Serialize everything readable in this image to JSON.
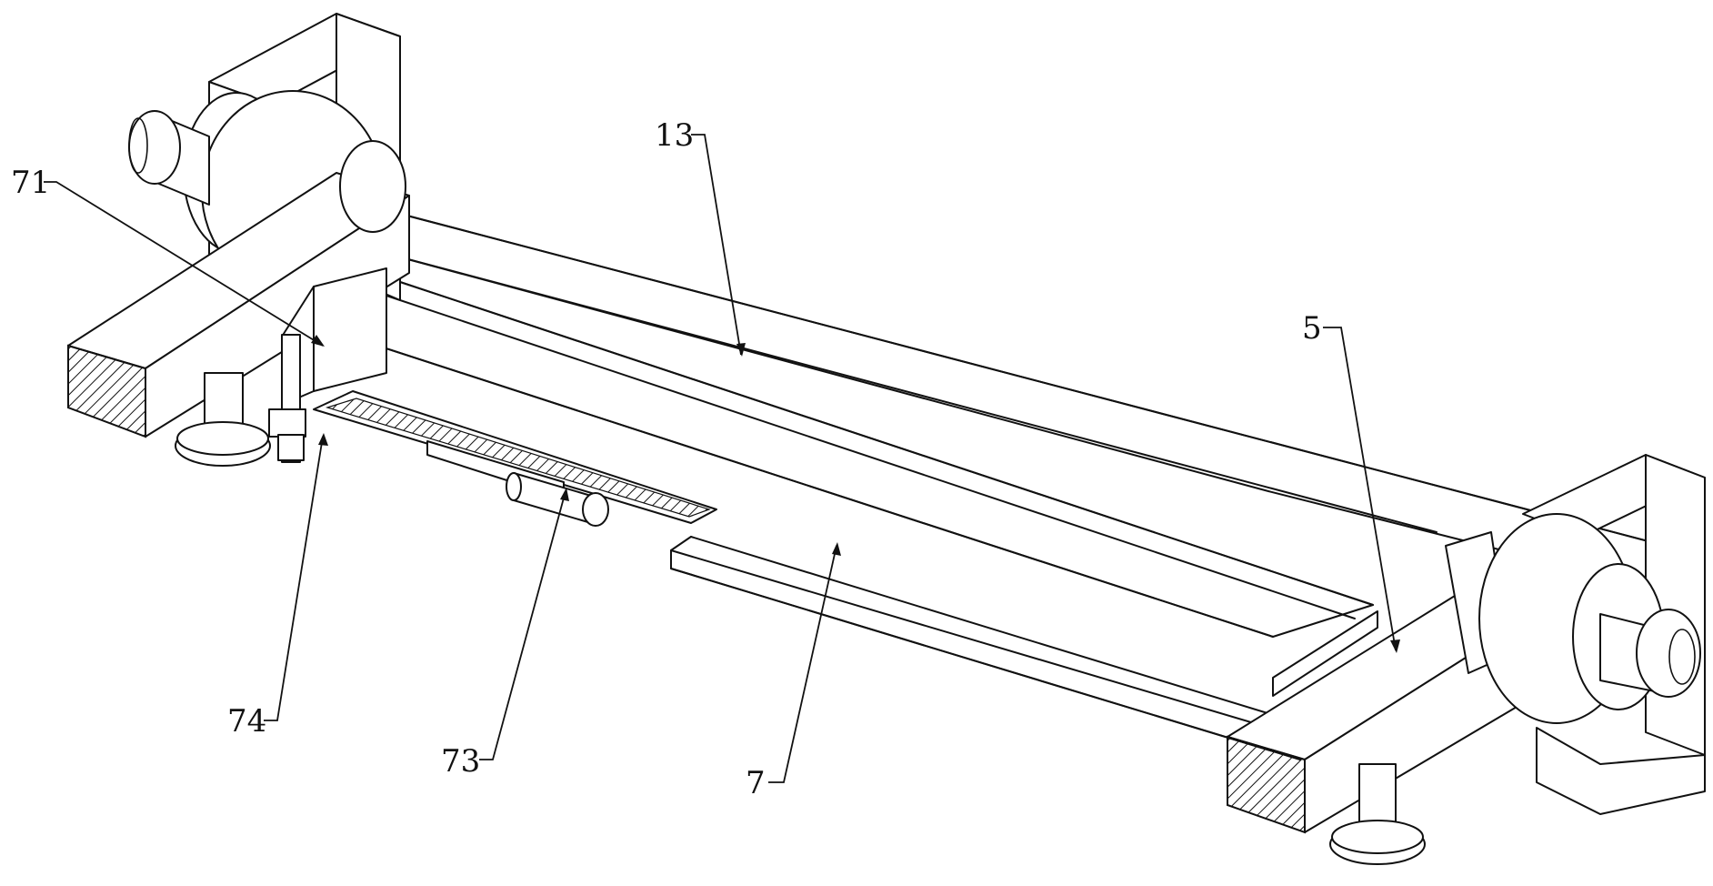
{
  "callouts": [
    {
      "id": "c71",
      "text": "71"
    },
    {
      "id": "c13",
      "text": "13"
    },
    {
      "id": "c5",
      "text": "5"
    },
    {
      "id": "c74",
      "text": "74"
    },
    {
      "id": "c73",
      "text": "73"
    },
    {
      "id": "c7",
      "text": "7"
    }
  ],
  "colors": {
    "line": "#111111",
    "background": "#ffffff"
  }
}
